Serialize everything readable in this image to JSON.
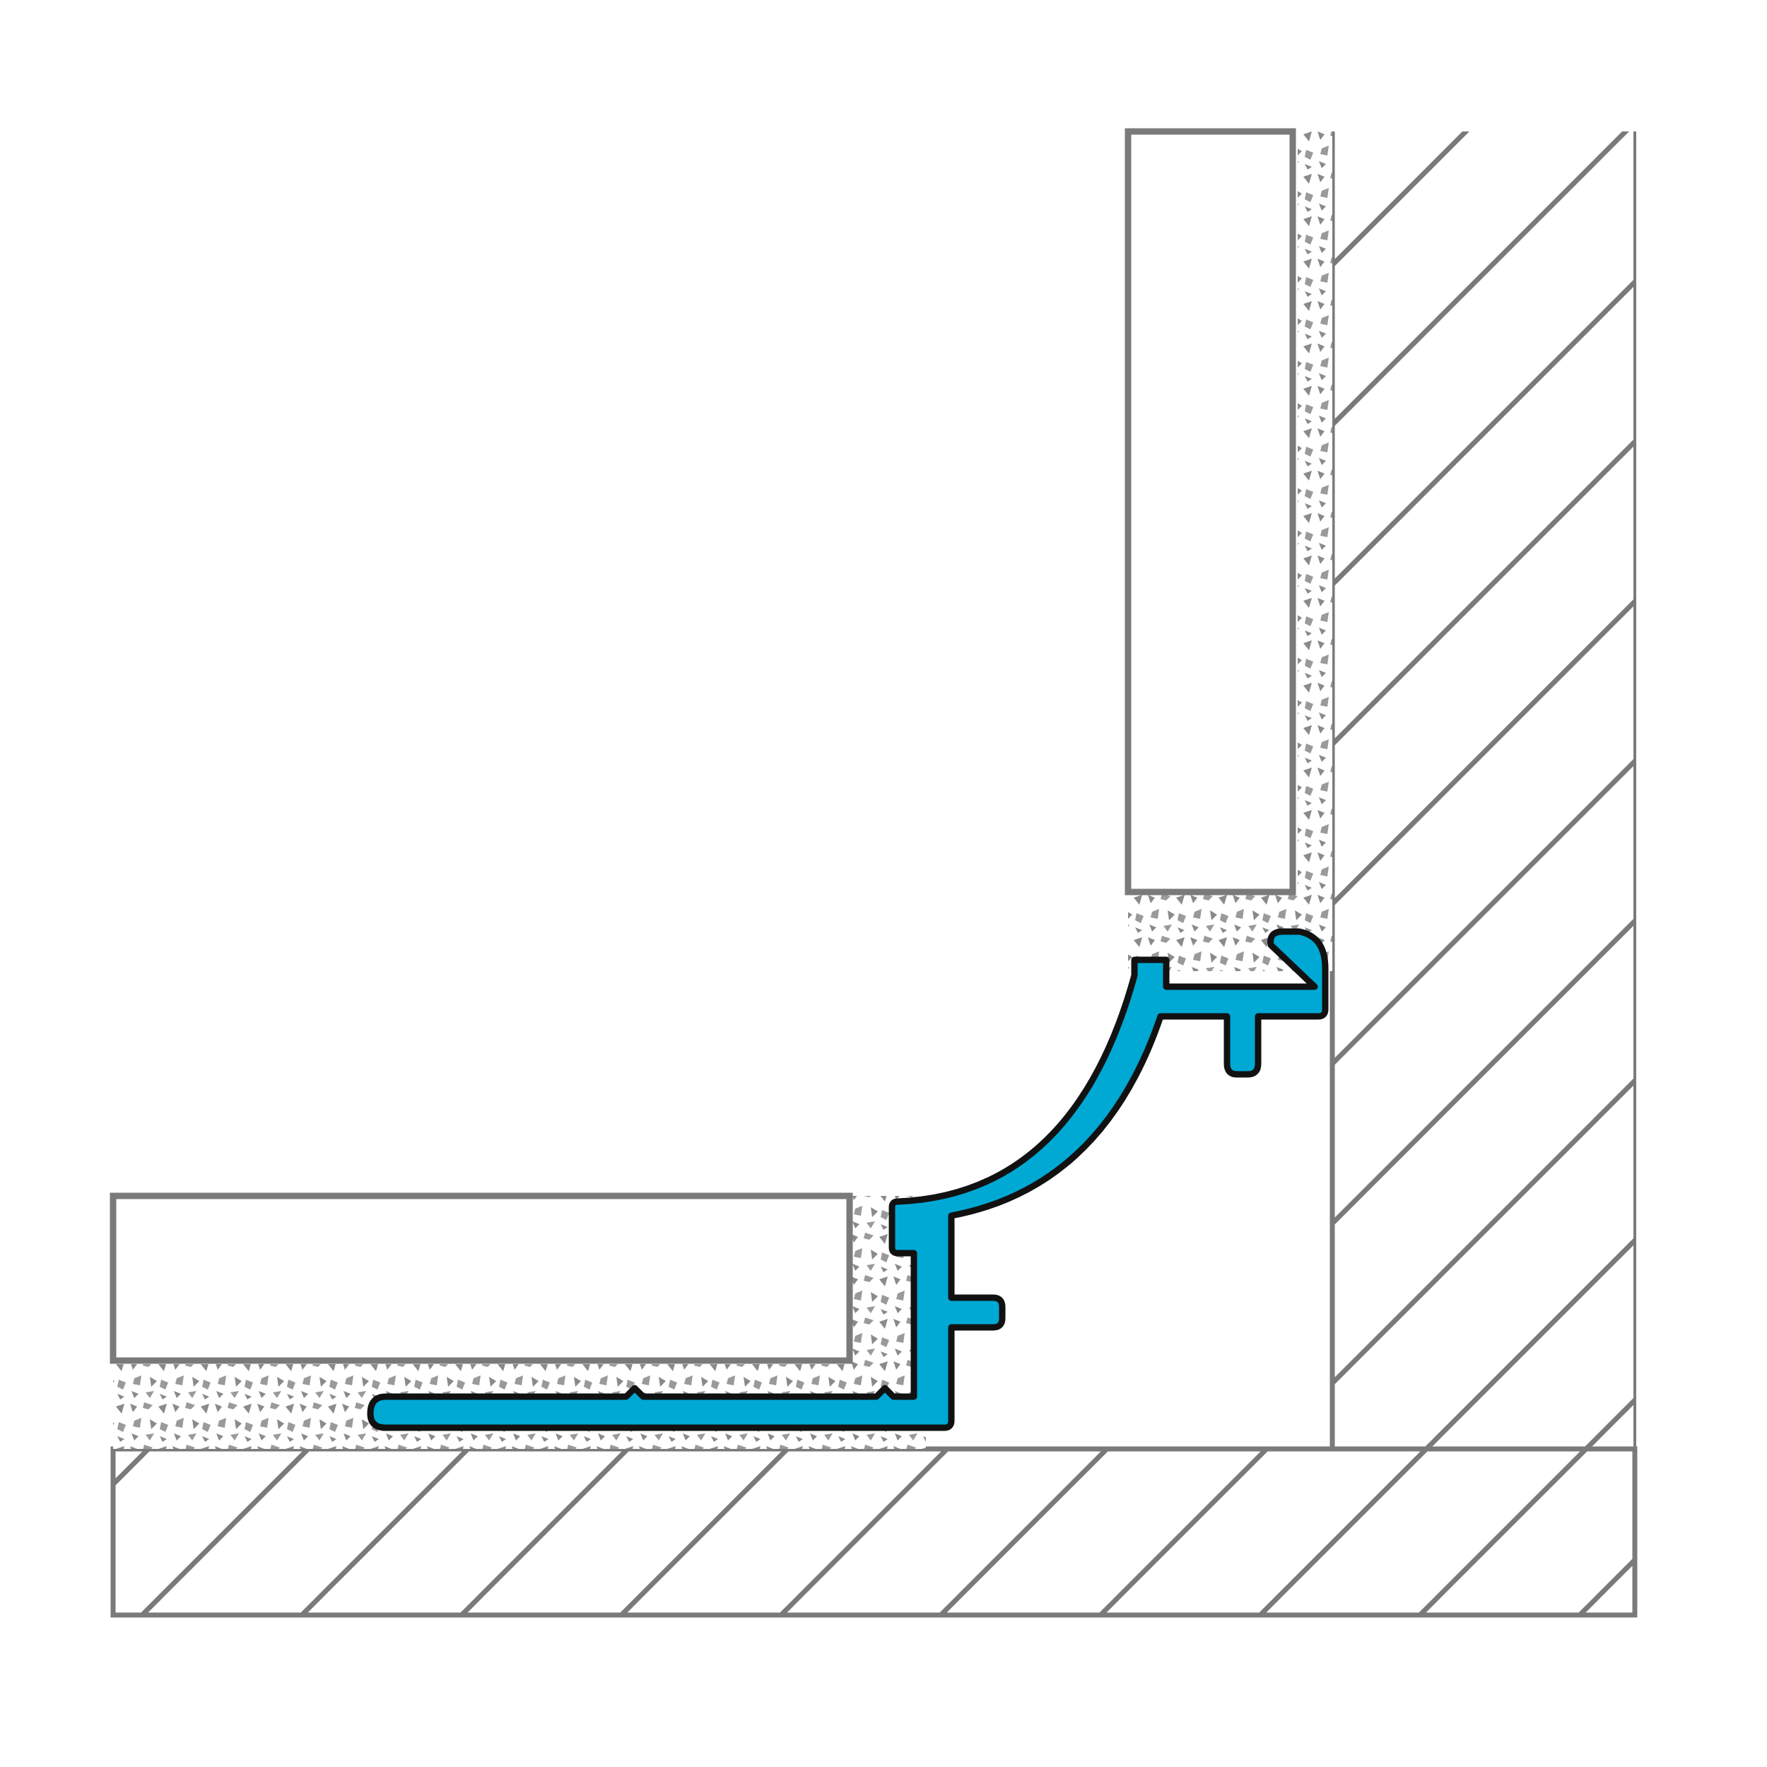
{
  "diagram": {
    "description_hidden": "",
    "colors": {
      "background": "#ffffff",
      "outline": "#7a7a7a",
      "hatch": "#7a7a7a",
      "adhesive_fill": "#ffffff",
      "adhesive_speckle": "#8a8a8a",
      "profile_fill": "#00a8d4",
      "profile_outline": "#111111"
    },
    "components": [
      "wall-substrate",
      "floor-substrate",
      "wall-tile",
      "floor-tile",
      "adhesive-bed",
      "cove-profile"
    ]
  }
}
